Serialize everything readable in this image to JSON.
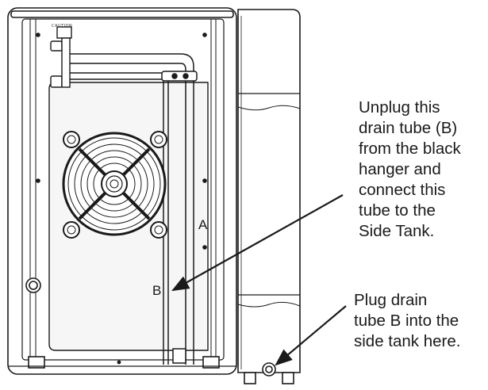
{
  "callouts": {
    "unplug": "Unplug this\ndrain tube (B)\nfrom the black\nhanger and\nconnect this\ntube to the\nSide Tank.",
    "plug": "Plug drain\ntube B into the\nside tank here."
  },
  "labels": {
    "tube_a": "A",
    "tube_b": "B",
    "top_fine_print": "CAUTION"
  },
  "colors": {
    "line": "#1a1a1a",
    "fill": "#ffffff",
    "panel": "#f4f4f4"
  }
}
